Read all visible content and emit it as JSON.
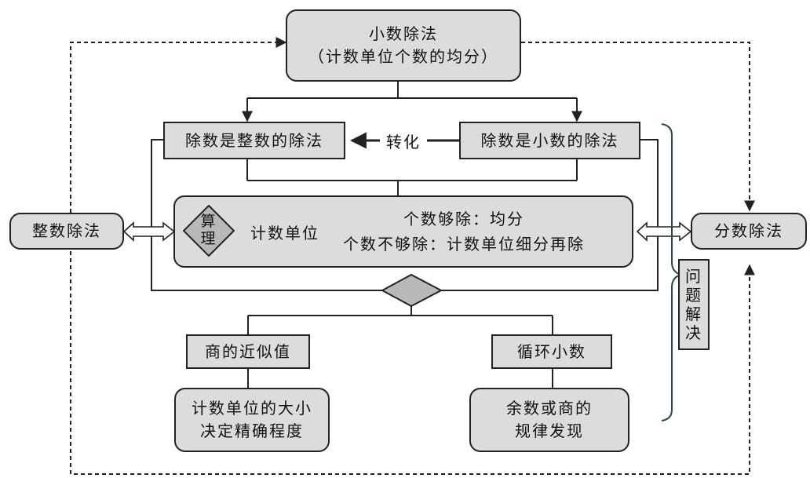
{
  "top": {
    "line1": "小数除法",
    "line2": "（计数单位个数的均分）"
  },
  "method_integer_divisor": "除数是整数的除法",
  "method_decimal_divisor": "除数是小数的除法",
  "transform_label": "转化",
  "rationale": {
    "badge": [
      "算",
      "理"
    ],
    "unit_label": "计数单位",
    "case_enough": "个数够除：均分",
    "case_not_enough": "个数不够除：计数单位细分再除"
  },
  "left_node": "整数除法",
  "right_node": "分数除法",
  "approx_quotient": "商的近似值",
  "approx_detail": [
    "计数单位的大小",
    "决定精确程度"
  ],
  "repeating_decimal": "循环小数",
  "repeating_detail": [
    "余数或商的",
    "规律发现"
  ],
  "problem_solving": [
    "问",
    "题",
    "解",
    "决"
  ]
}
